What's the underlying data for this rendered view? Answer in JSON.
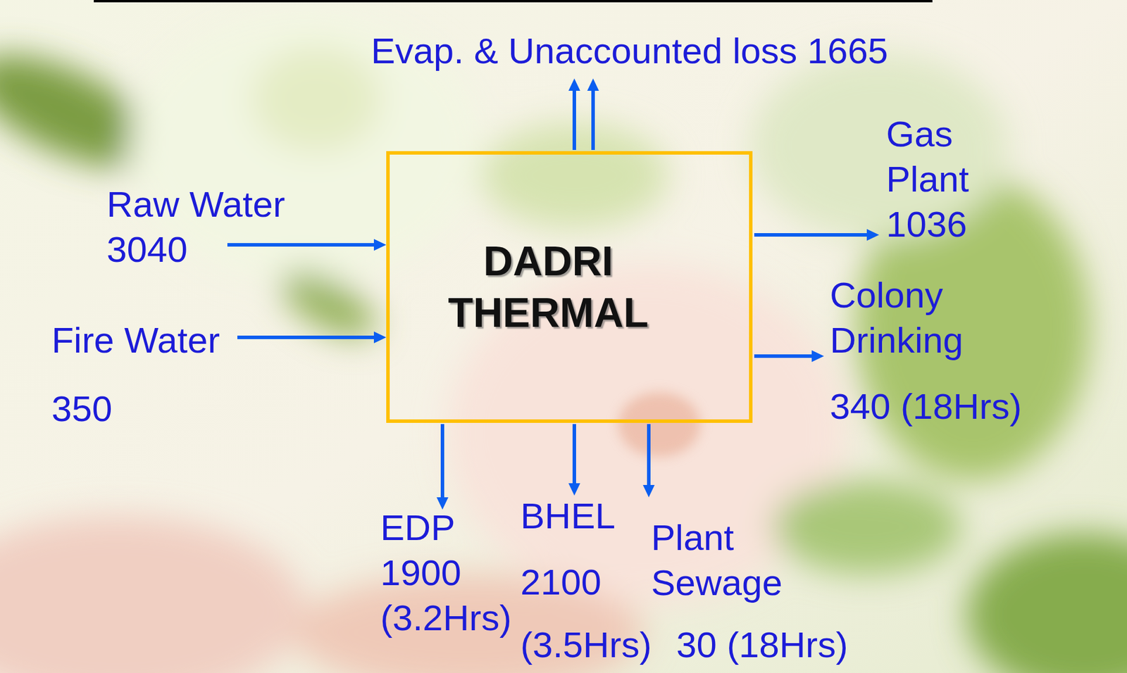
{
  "diagram": {
    "nodes": [
      {
        "text": [
          "DADRI THERMAL"
        ]
      }
    ],
    "edges": [],
    "labels": [
      "Evap. & Unaccounted loss 1665",
      "Raw Water 3040",
      "Gas Plant 1036",
      "Colony Drinking",
      "Fire Water",
      "350",
      "340 (18Hrs)",
      "EDP 1900 (3.2Hrs)",
      "BHEL",
      "2100",
      "(3.5Hrs)",
      "Plant Sewage",
      "30 (18Hrs)"
    ]
  }
}
